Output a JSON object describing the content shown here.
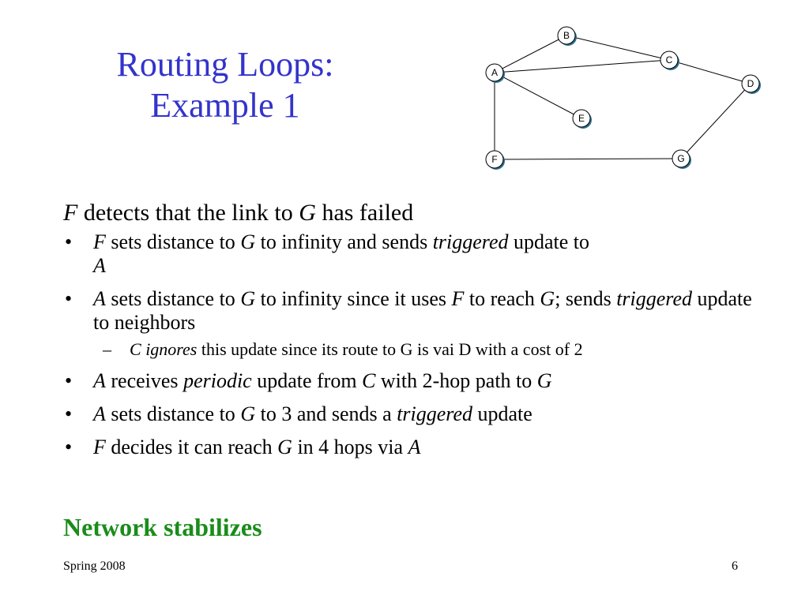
{
  "title": {
    "line1": "Routing Loops:",
    "line2": "Example 1"
  },
  "graph": {
    "nodes": [
      {
        "id": "A",
        "label": "A"
      },
      {
        "id": "B",
        "label": "B"
      },
      {
        "id": "C",
        "label": "C"
      },
      {
        "id": "D",
        "label": "D"
      },
      {
        "id": "E",
        "label": "E"
      },
      {
        "id": "F",
        "label": "F"
      },
      {
        "id": "G",
        "label": "G"
      }
    ],
    "edges": [
      [
        "A",
        "B"
      ],
      [
        "B",
        "C"
      ],
      [
        "A",
        "C"
      ],
      [
        "C",
        "D"
      ],
      [
        "A",
        "E"
      ],
      [
        "A",
        "F"
      ],
      [
        "F",
        "G"
      ],
      [
        "G",
        "D"
      ]
    ]
  },
  "lead": {
    "p1": "F",
    "p2": " detects that the link to ",
    "p3": "G",
    "p4": " has failed"
  },
  "bullets": {
    "b1": {
      "p1": "F",
      "p2": " sets distance to ",
      "p3": "G",
      "p4": " to infinity and sends ",
      "p5": "triggered",
      "p6": " update to ",
      "p7": "A"
    },
    "b2": {
      "p1": "A",
      "p2": " sets distance to ",
      "p3": "G",
      "p4": " to infinity since it uses ",
      "p5": "F",
      "p6": " to reach ",
      "p7": "G",
      "p8": "; sends ",
      "p9": "triggered",
      "p10": " update to neighbors"
    },
    "sub1": {
      "p1": "C",
      "p2": " ",
      "p3": "ignores",
      "p4": " this update since its route to G is vai D with a cost of 2"
    },
    "b3": {
      "p1": "A",
      "p2": " receives ",
      "p3": "periodic",
      "p4": " update from ",
      "p5": "C",
      "p6": " with 2-hop path to ",
      "p7": "G"
    },
    "b4": {
      "p1": "A",
      "p2": " sets distance to ",
      "p3": "G",
      "p4": " to 3 and sends a ",
      "p5": "triggered",
      "p6": " update"
    },
    "b5": {
      "p1": "F",
      "p2": " decides it can reach ",
      "p3": "G",
      "p4": " in 4 hops via ",
      "p5": "A"
    }
  },
  "bullet_char": "•",
  "sub_bullet_char": "–",
  "conclusion": "Network stabilizes",
  "footer": {
    "left": "Spring 2008",
    "page": "6"
  },
  "colors": {
    "title": "#3333cc",
    "conclusion": "#1a8c1a",
    "node_shadow": "#2d6f8f"
  }
}
